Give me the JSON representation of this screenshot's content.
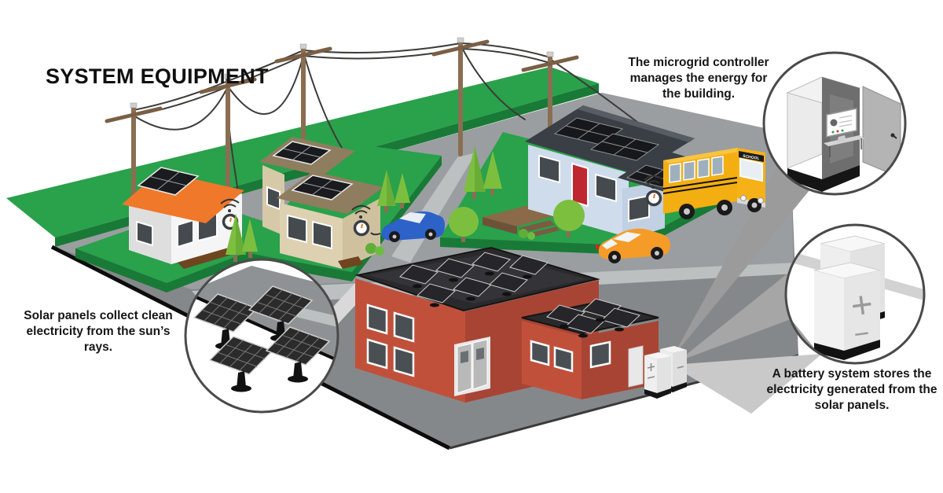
{
  "title": "SYSTEM EQUIPMENT",
  "callouts": {
    "controller": {
      "text": "The microgrid controller manages the energy for the building.",
      "icon": "microgrid-controller-cabinet-icon"
    },
    "solar": {
      "text": "Solar panels collect clean electricity from the sun’s rays.",
      "icon": "solar-panel-array-icon"
    },
    "battery": {
      "text": "A battery system stores the electricity generated from the solar panels.",
      "icon": "battery-system-icon"
    }
  },
  "scene": {
    "bus_sign": "SCHOOL",
    "battery_plus": "+",
    "battery_minus": "−"
  },
  "colors": {
    "grass": "#2aa14b",
    "grass_shadow": "#187a36",
    "pavement": "#85888a",
    "pavement_light": "#9a9ea0",
    "road_stripe": "#bcc0c1",
    "roof_orange": "#f0782a",
    "roof_brown": "#8f7d5f",
    "wall_tan": "#ddd1b2",
    "wall_blue": "#cfdcec",
    "roof_slate": "#3a3f45",
    "door_red": "#bf2730",
    "building_red": "#c1503b",
    "building_red_dark": "#a84434",
    "bus_yellow": "#f6b118",
    "ev_blue": "#2d62c9",
    "car_orange": "#f59b28",
    "panel_dark": "#26262a",
    "callout_ring": "#4a4a4a"
  }
}
